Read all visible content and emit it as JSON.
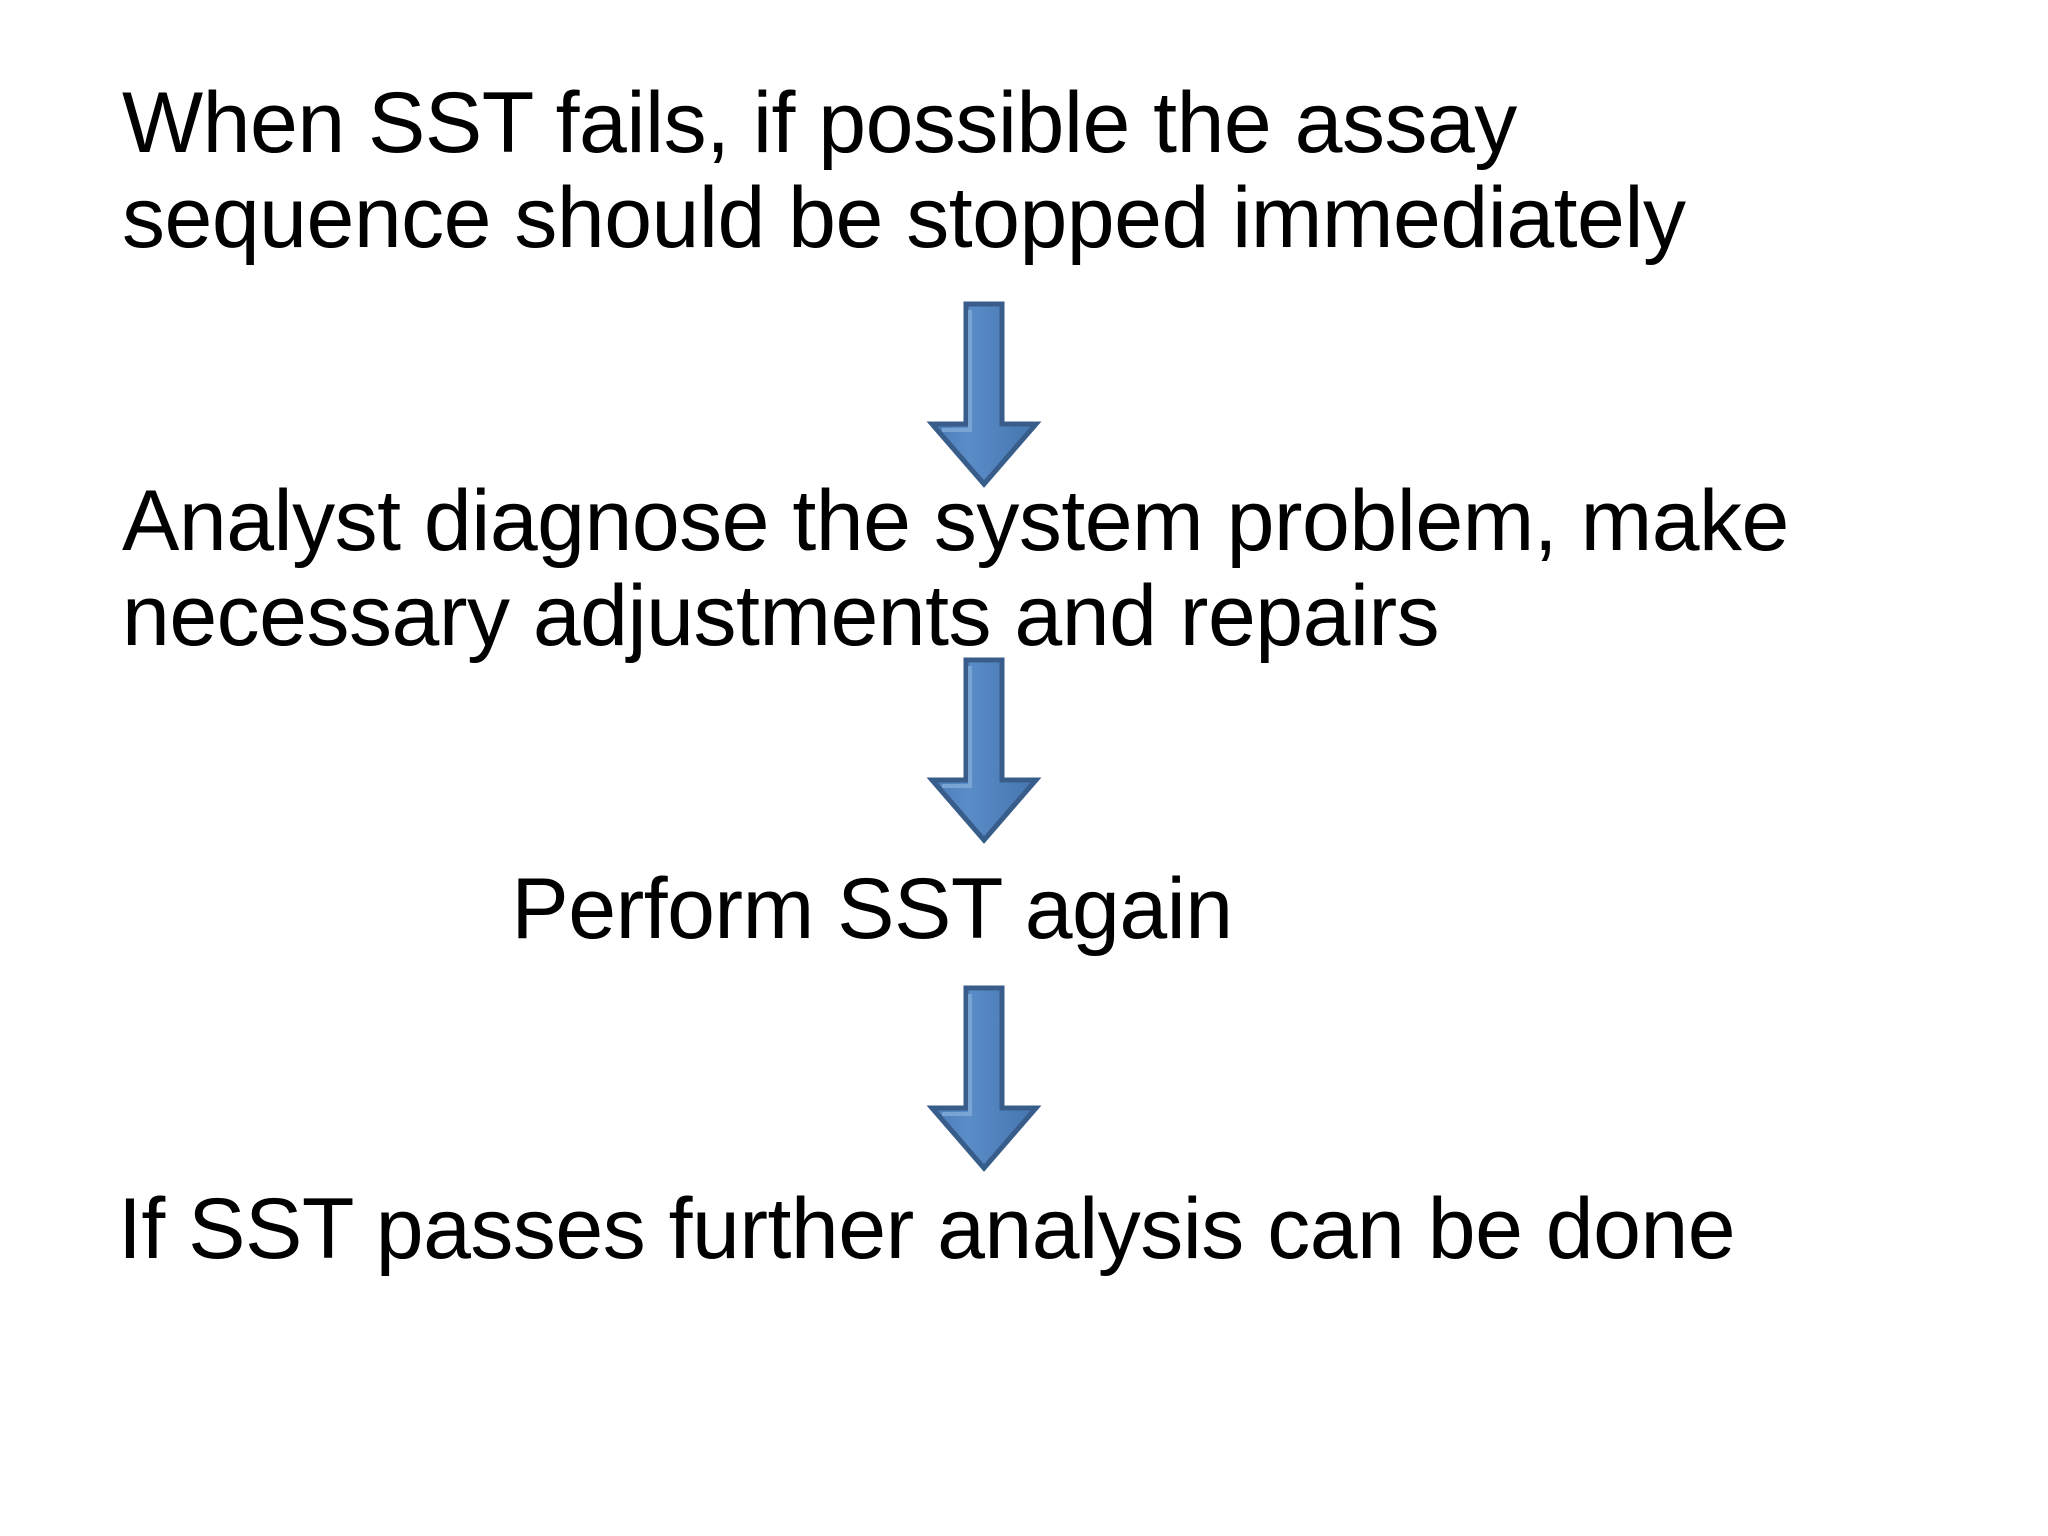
{
  "slide": {
    "background_color": "#ffffff",
    "text_color": "#000000"
  },
  "flow": {
    "type": "vertical-flowchart",
    "arrow_fill_color": "#4E81BD",
    "arrow_border_color": "#385D8A",
    "arrow_highlight_color": "#6A98CC",
    "arrow_icon_name": "down-arrow",
    "arrow_count": 3,
    "steps": [
      {
        "id": "step-1",
        "order": 1,
        "align": "left",
        "text": "When SST fails, if possible the assay sequence should be stopped immediately"
      },
      {
        "id": "step-2",
        "order": 2,
        "align": "left",
        "text": "Analyst diagnose the system problem, make necessary adjustments and repairs"
      },
      {
        "id": "step-3",
        "order": 3,
        "align": "center",
        "text": "Perform SST again"
      },
      {
        "id": "step-4",
        "order": 4,
        "align": "left",
        "text": "If SST passes further analysis can be done"
      }
    ]
  }
}
